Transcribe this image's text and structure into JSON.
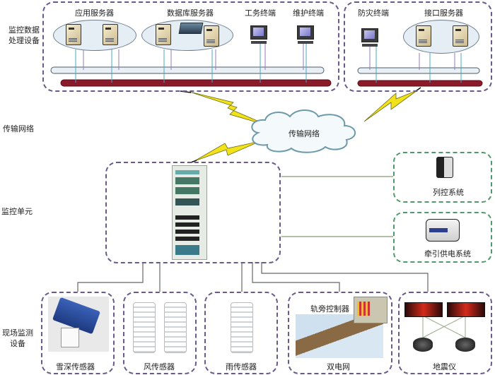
{
  "layers": {
    "processing": "监控数据\n处理设备",
    "network": "传输网络",
    "monitoring_unit": "监控单元",
    "field": "现场监测\n设备"
  },
  "processing_left": {
    "app_server": "应用服务器",
    "db_server": "数据库服务器",
    "work_terminal": "工务终端",
    "maintenance_terminal": "维护终端"
  },
  "processing_right": {
    "disaster_terminal": "防灾终端",
    "interface_server": "接口服务器"
  },
  "cloud": {
    "label": "传输网络"
  },
  "external_systems": {
    "train_control": "列控系统",
    "traction_power": "牵引供电系统"
  },
  "field_devices": {
    "snow_depth": "雪深传感器",
    "wind": "风传感器",
    "rain": "雨传感器",
    "wayside_controller": "轨旁控制器",
    "double_grid": "双电网",
    "seismometer": "地震仪"
  },
  "colors": {
    "dashed_border": "#6a5a8c",
    "external_border": "#4f9a6a",
    "bus_light": "#e8f0f6",
    "bus_dark": "#8b1a2b",
    "lightning": "#f2e21a"
  }
}
